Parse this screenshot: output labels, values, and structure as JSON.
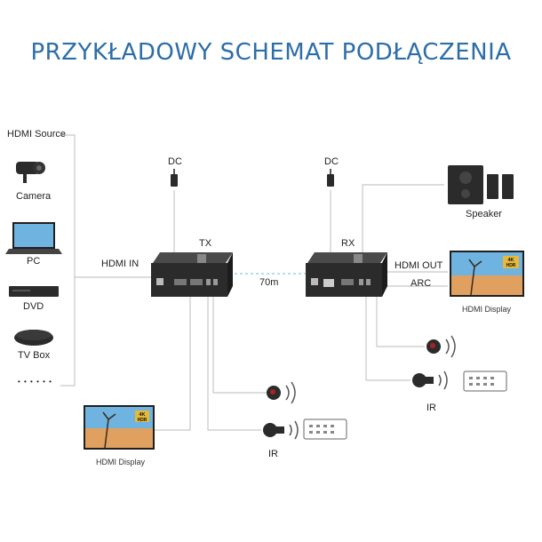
{
  "title": "PRZYKŁADOWY SCHEMAT PODŁĄCZENIA",
  "sources": {
    "heading": "HDMI Source",
    "items": [
      "Camera",
      "PC",
      "DVD",
      "TV Box"
    ],
    "more": "• • • • • •"
  },
  "labels": {
    "hdmi_in": "HDMI IN",
    "hdmi_out": "HDMI OUT",
    "arc": "ARC",
    "tx": "TX",
    "rx": "RX",
    "distance": "70m",
    "dc_left": "DC",
    "dc_right": "DC",
    "speaker": "Speaker",
    "hdmi_display_right": "HDMI Display",
    "hdmi_display_left": "HDMI Display",
    "ir_left": "IR",
    "ir_right": "IR"
  },
  "screen_badge": {
    "top": "4K",
    "bottom": "HDR"
  },
  "colors": {
    "title": "#2d6ea8",
    "line": "#c8c8c8",
    "device": "#2b2b2b"
  }
}
